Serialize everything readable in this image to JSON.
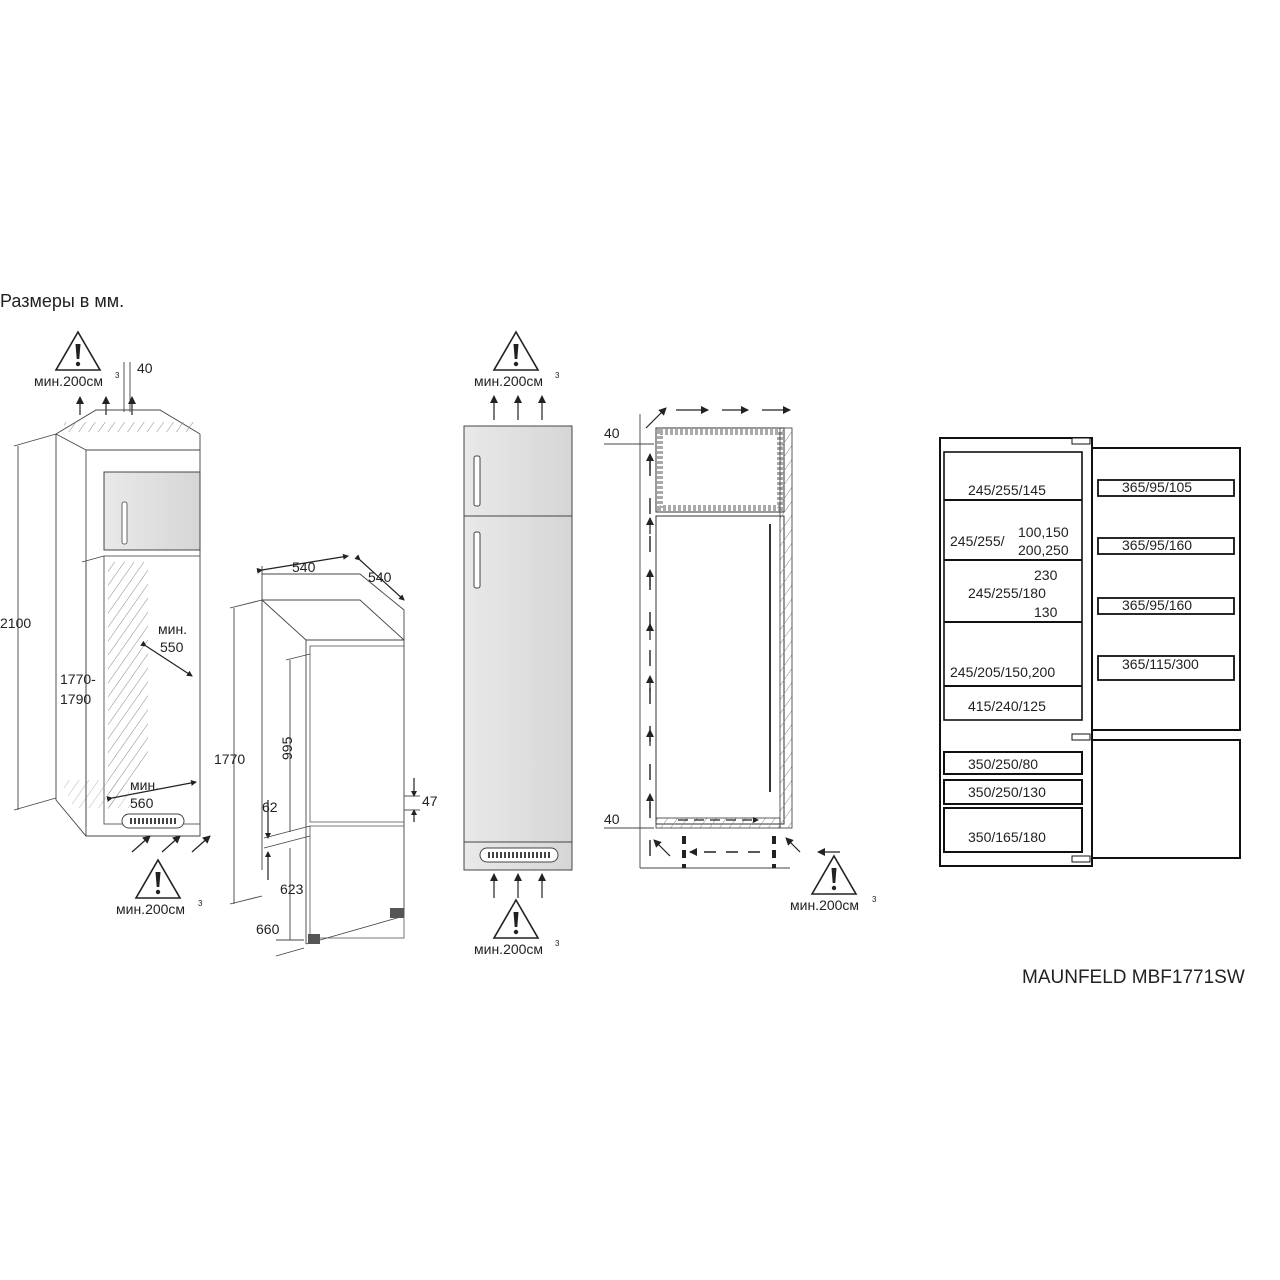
{
  "header": {
    "units_note": "Размеры в мм."
  },
  "footer": {
    "model": "MAUNFELD MBF1771SW"
  },
  "ventilation": {
    "min_label": "мин.200см",
    "exponent": "3",
    "warning_icon": "warning-triangle-icon"
  },
  "niche_view": {
    "top_gap": "40",
    "height": "2100",
    "niche_height_a": "1770-",
    "niche_height_b": "1790",
    "depth_min_a": "мин.",
    "depth_min_b": "550",
    "width_min_a": "мин.",
    "width_min_b": "560"
  },
  "appliance_view": {
    "width": "540",
    "depth": "540",
    "height": "1770",
    "upper_door": "995",
    "gap_a": "62",
    "gap_b": "47",
    "lower_door": "623",
    "lower_height": "660"
  },
  "side_view": {
    "top_gap": "40",
    "bottom_gap": "40"
  },
  "interior_view": {
    "left_shelves": [
      "245/255/145",
      "245/255/",
      "100,150",
      "200,250",
      "230",
      "245/255/180",
      "130",
      "245/205/150,200",
      "415/240/125"
    ],
    "drawers": [
      "350/250/80",
      "350/250/130",
      "350/165/180"
    ],
    "door_shelves": [
      "365/95/105",
      "365/95/160",
      "365/95/160",
      "365/115/300"
    ]
  }
}
